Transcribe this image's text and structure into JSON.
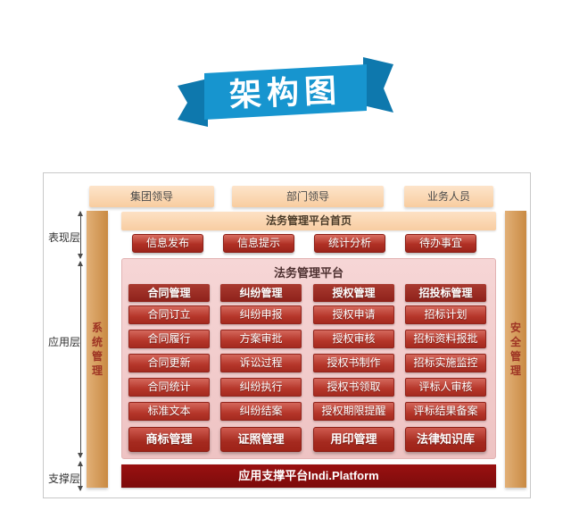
{
  "ribbon": {
    "title": "架构图"
  },
  "colors": {
    "ribbon_blue": "#1795cf",
    "ribbon_fold_blue": "#0e78ad",
    "peach": "#fbd7b5",
    "pink_panel": "#f2caca",
    "item_red": "#b5362a",
    "header_red": "#9c2a20",
    "support_dark_red": "#8e1010",
    "sidebar_orange": "#d29a58"
  },
  "top_roles": [
    "集团领导",
    "部门领导",
    "业务人员"
  ],
  "layer_labels": [
    "表现层",
    "应用层",
    "支撑层"
  ],
  "sidebars": {
    "left": "系统管理",
    "right": "安全管理"
  },
  "homepage": {
    "title": "法务管理平台首页",
    "buttons": [
      "信息发布",
      "信息提示",
      "统计分析",
      "待办事宜"
    ]
  },
  "platform": {
    "title": "法务管理平台",
    "columns": [
      {
        "header": "合同管理",
        "items": [
          "合同订立",
          "合同履行",
          "合同更新",
          "合同统计",
          "标准文本"
        ]
      },
      {
        "header": "纠纷管理",
        "items": [
          "纠纷申报",
          "方案审批",
          "诉讼过程",
          "纠纷执行",
          "纠纷结案"
        ]
      },
      {
        "header": "授权管理",
        "items": [
          "授权申请",
          "授权审核",
          "授权书制作",
          "授权书领取",
          "授权期限提醒"
        ]
      },
      {
        "header": "招投标管理",
        "items": [
          "招标计划",
          "招标资料报批",
          "招标实施监控",
          "评标人审核",
          "评标结果备案"
        ]
      }
    ],
    "bottom_modules": [
      "商标管理",
      "证照管理",
      "用印管理",
      "法律知识库"
    ]
  },
  "support_platform": "应用支撑平台Indi.Platform"
}
